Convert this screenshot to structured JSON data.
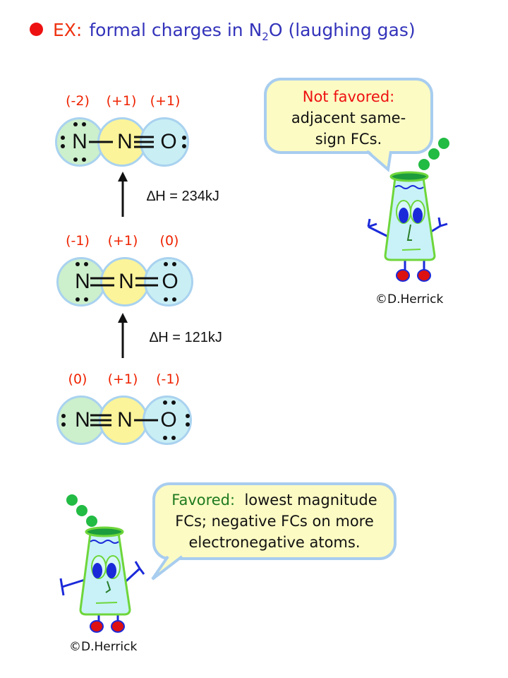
{
  "title": {
    "bullet_icon": "red-dot",
    "ex_label": "EX:",
    "text_before": "formal charges in N",
    "subscript": "2",
    "text_after": "O (laughing gas)"
  },
  "structures": [
    {
      "formal_charges": [
        "(-2)",
        "(+1)",
        "(+1)"
      ],
      "atoms": [
        "N",
        "N",
        "O"
      ],
      "bonds": [
        "single",
        "triple"
      ],
      "atom_colors": [
        "#ccefcc",
        "#fbf49a",
        "#c9eff5"
      ]
    },
    {
      "formal_charges": [
        "(-1)",
        "(+1)",
        "(0)"
      ],
      "atoms": [
        "N",
        "N",
        "O"
      ],
      "bonds": [
        "double",
        "double"
      ],
      "atom_colors": [
        "#ccefcc",
        "#fbf49a",
        "#c9eff5"
      ]
    },
    {
      "formal_charges": [
        "(0)",
        "(+1)",
        "(-1)"
      ],
      "atoms": [
        "N",
        "N",
        "O"
      ],
      "bonds": [
        "triple",
        "single"
      ],
      "atom_colors": [
        "#ccefcc",
        "#fbf49a",
        "#c9eff5"
      ]
    }
  ],
  "transitions": [
    {
      "label": "∆H = 234kJ"
    },
    {
      "label": "∆H = 121kJ"
    }
  ],
  "callout_not_favored": {
    "heading": "Not favored:",
    "line1": "adjacent same-",
    "line2": "sign FCs."
  },
  "callout_favored": {
    "heading": "Favored:",
    "line1_rest": "lowest magnitude",
    "line2": "FCs; negative FCs on more",
    "line3": "electronegative atoms."
  },
  "credits": [
    "©D.Herrick",
    "©D.Herrick"
  ],
  "colors": {
    "accent_red": "#ee1111",
    "title_blue": "#3333bb",
    "favored_green": "#1d7a1d",
    "bubble_fill": "#fcfbc4",
    "bubble_border": "#a8cdef"
  }
}
